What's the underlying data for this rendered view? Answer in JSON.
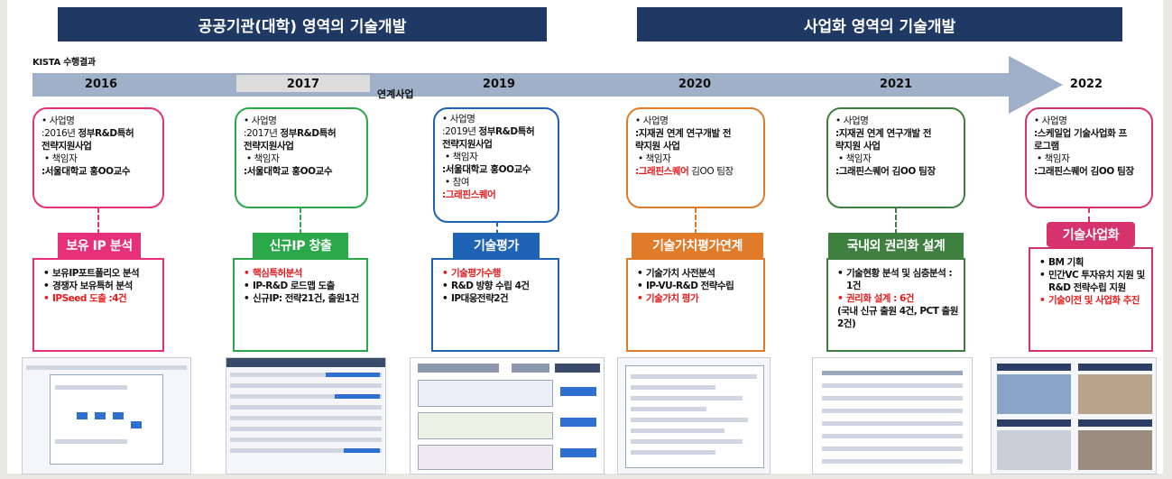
{
  "banners": [
    {
      "text": "공공기관(대학) 영역의 기술개발"
    },
    {
      "text": "사업화 영역의 기술개발"
    }
  ],
  "timeline": {
    "kista_label": "KISTA 수행결과",
    "linked_label": "연계사업",
    "years": [
      "2016",
      "2017",
      "2019",
      "2020",
      "2021",
      "2022"
    ]
  },
  "projects": [
    {
      "label": "사업명",
      "name_prefix": ":2016년 ",
      "name_rest": "정부R&D특허",
      "name_line2": "전략지원사업",
      "lead_label": "책임자",
      "lead": ":서울대학교 홍OO교수",
      "stage": "보유 IP 분석",
      "activities": [
        "보유IP포트폴리오 분석",
        "경쟁자 보유특허 분석"
      ],
      "activity_red": "IPSeed 도출 :4건",
      "color": "#e6317a"
    },
    {
      "label": "사업명",
      "name_prefix": ":2017년 ",
      "name_rest": "정부R&D특허",
      "name_line2": "전략지원사업",
      "lead_label": "책임자",
      "lead": ":서울대학교 홍OO교수",
      "stage": "신규IP 창출",
      "activity_red": "핵심특허분석",
      "activities": [
        "IP-R&D 로드맵 도출",
        "신규IP: 전략21건, 출원1건"
      ],
      "color": "#2aa84a"
    },
    {
      "label": "사업명",
      "name_prefix": ":2019년 ",
      "name_rest": "정부R&D특허",
      "name_line2": "전략지원사업",
      "lead_label": "책임자",
      "lead": ":서울대학교 홍OO교수",
      "part_label": "참여",
      "part": ":그래핀스퀘어",
      "stage": "기술평가",
      "activity_red": "기술평가수행",
      "activities": [
        "R&D 방향 수립 4건",
        "IP대응전략2건"
      ],
      "color": "#1f63b5"
    },
    {
      "label": "사업명",
      "name": ":지재권 연계 연구개발 전",
      "name_line2": "략지원 사업",
      "lead_label": "책임자",
      "lead_red": ":그래핀스퀘어",
      "lead_rest": " 김OO 팀장",
      "stage": "기술가치평가연계",
      "activities": [
        "기술가치 사전분석",
        "IP-VU-R&D 전략수립"
      ],
      "activity_red": "기술가치 평가",
      "color": "#e07b2a"
    },
    {
      "label": "사업명",
      "name": ":지재권 연계 연구개발 전",
      "name_line2": "략지원 사업",
      "lead_label": "책임자",
      "lead": ":그래핀스퀘어 김OO 팀장",
      "stage": "국내외 권리화 설계",
      "activities": [
        "기술현황 분석 및 심층분석 : 1건"
      ],
      "activity_red": "권리화 설계 : 6건",
      "activity_note": "(국내 신규 출원 4건, PCT 출원 2건)",
      "color": "#3f7f3f"
    },
    {
      "label": "사업명",
      "name": ":스케일업 기술사업화 프",
      "name_line2": "로그램",
      "lead_label": "책임자",
      "lead": ":그래핀스퀘어 김OO 팀장",
      "stage": "기술사업화",
      "activities": [
        "BM 기획",
        "민간VC 투자유치 지원 및 R&D 전략수립 지원"
      ],
      "activity_red": "기술이전 및 사업화 추진",
      "color": "#d6336c"
    }
  ],
  "colors": {
    "banner": "#1f3864",
    "arrow": "#9fb0c8",
    "red_text": "#e51b1b"
  }
}
